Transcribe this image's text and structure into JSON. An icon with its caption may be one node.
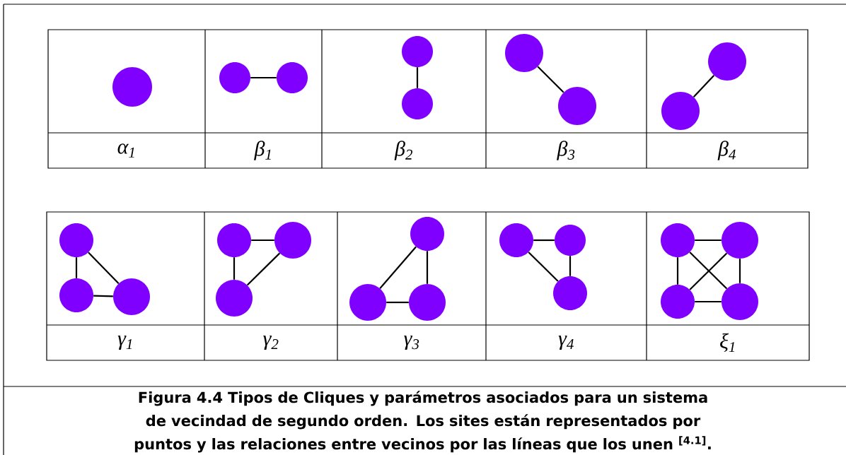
{
  "diagram": {
    "nodes": [
      {
        "text": [],
        "shape": "circle"
      },
      {
        "text": [],
        "shape": "circle"
      },
      {
        "text": [],
        "shape": "circle"
      },
      {
        "text": [],
        "shape": "circle"
      },
      {
        "text": [],
        "shape": "circle"
      },
      {
        "text": [],
        "shape": "circle"
      },
      {
        "text": [],
        "shape": "circle"
      },
      {
        "text": [],
        "shape": "circle"
      },
      {
        "text": [],
        "shape": "circle"
      },
      {
        "text": [],
        "shape": "circle"
      },
      {
        "text": [],
        "shape": "circle"
      },
      {
        "text": [],
        "shape": "circle"
      },
      {
        "text": [],
        "shape": "circle"
      },
      {
        "text": [],
        "shape": "circle"
      },
      {
        "text": [],
        "shape": "circle"
      },
      {
        "text": [],
        "shape": "circle"
      },
      {
        "text": [],
        "shape": "circle"
      },
      {
        "text": [],
        "shape": "circle"
      },
      {
        "text": [],
        "shape": "circle"
      },
      {
        "text": [],
        "shape": "circle"
      },
      {
        "text": [],
        "shape": "circle"
      },
      {
        "text": [],
        "shape": "circle"
      },
      {
        "text": [],
        "shape": "circle"
      },
      {
        "text": [],
        "shape": "circle"
      },
      {
        "text": [],
        "shape": "circle"
      }
    ],
    "edges": [
      {
        "from": 1,
        "to": 2,
        "arrow": "none"
      },
      {
        "from": 3,
        "to": 4,
        "arrow": "none"
      },
      {
        "from": 5,
        "to": 6,
        "arrow": "none"
      },
      {
        "from": 7,
        "to": 8,
        "arrow": "none"
      },
      {
        "from": 9,
        "to": 10,
        "arrow": "none"
      },
      {
        "from": 10,
        "to": 11,
        "arrow": "none"
      },
      {
        "from": 9,
        "to": 11,
        "arrow": "none"
      },
      {
        "from": 12,
        "to": 13,
        "arrow": "none"
      },
      {
        "from": 12,
        "to": 14,
        "arrow": "none"
      },
      {
        "from": 13,
        "to": 14,
        "arrow": "none"
      },
      {
        "from": 15,
        "to": 16,
        "arrow": "none"
      },
      {
        "from": 15,
        "to": 17,
        "arrow": "none"
      },
      {
        "from": 16,
        "to": 17,
        "arrow": "none"
      },
      {
        "from": 18,
        "to": 19,
        "arrow": "none"
      },
      {
        "from": 19,
        "to": 20,
        "arrow": "none"
      },
      {
        "from": 18,
        "to": 20,
        "arrow": "none"
      },
      {
        "from": 21,
        "to": 22,
        "arrow": "none"
      },
      {
        "from": 23,
        "to": 24,
        "arrow": "none"
      },
      {
        "from": 21,
        "to": 23,
        "arrow": "none"
      },
      {
        "from": 22,
        "to": 24,
        "arrow": "none"
      },
      {
        "from": 21,
        "to": 24,
        "arrow": "none"
      },
      {
        "from": 22,
        "to": 23,
        "arrow": "none"
      }
    ],
    "labels": [
      "α$_{1}$",
      "β$_{1}$",
      "β$_{2}$",
      "β$_{3}$",
      "β$_{4}$",
      "γ$_{1}$",
      "γ$_{2}$",
      "γ$_{3}$",
      "γ$_{4}$",
      "ξ$_{1}$"
    ],
    "caption": "Figura 4.4 Tipos de Cliques y parámetros asociados para un sistema de vecindad de segundo orden. Los sites están representados por puntos y las relaciones entre vecinos por las líneas que los unen $^{[4.1]}$."
  }
}
